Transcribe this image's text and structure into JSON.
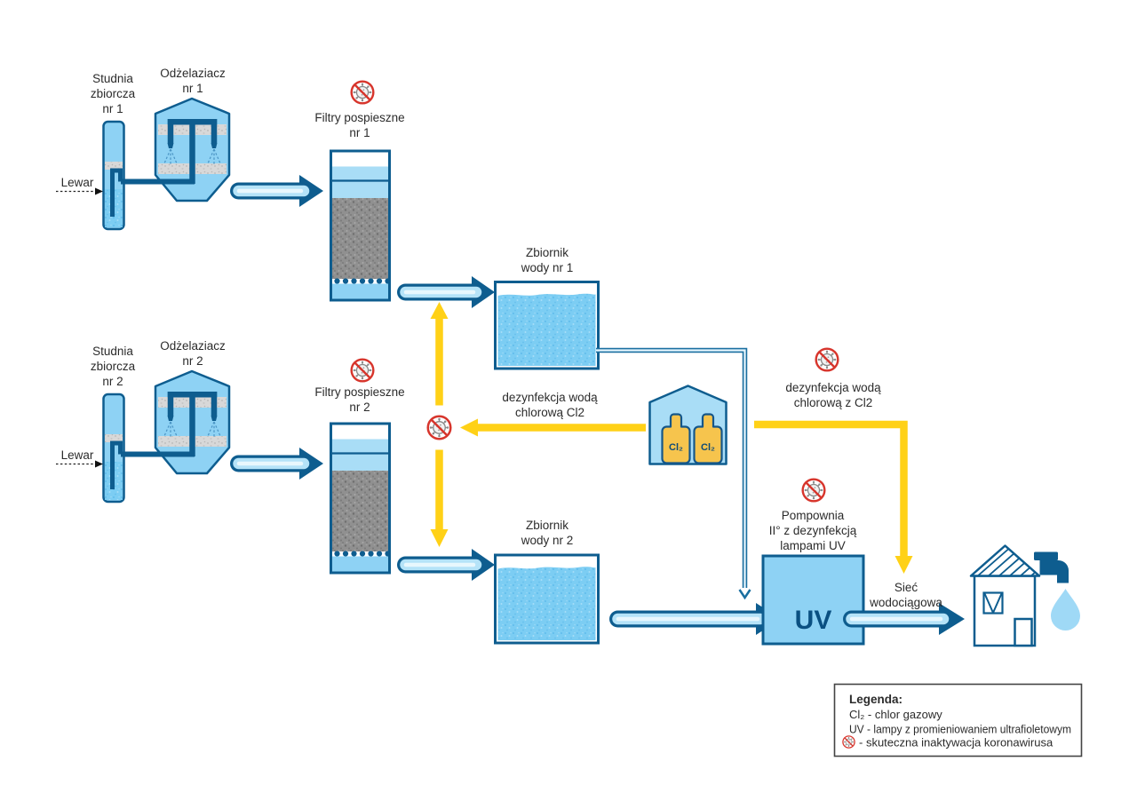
{
  "labels": {
    "well1": {
      "l1": "Studnia",
      "l2": "zbiorcza",
      "l3": "nr 1"
    },
    "well2": {
      "l1": "Studnia",
      "l2": "zbiorcza",
      "l3": "nr 2"
    },
    "iron_remover1": {
      "l1": "Odżelaziacz",
      "l2": "nr 1"
    },
    "iron_remover2": {
      "l1": "Odżelaziacz",
      "l2": "nr 2"
    },
    "lewar": "Lewar",
    "filters1": {
      "l1": "Filtry pospieszne",
      "l2": "nr 1"
    },
    "filters2": {
      "l1": "Filtry pospieszne",
      "l2": "nr 2"
    },
    "tank1": {
      "l1": "Zbiornik",
      "l2": "wody nr 1"
    },
    "tank2": {
      "l1": "Zbiornik",
      "l2": "wody nr 2"
    },
    "chlorine_left": {
      "l1": "dezynfekcja wodą",
      "l2": "chlorową Cl2"
    },
    "chlorine_right": {
      "l1": "dezynfekcja wodą",
      "l2": "chlorową z Cl2"
    },
    "pump_station": {
      "l1": "Pompownia",
      "l2": "II° z dezynfekcją",
      "l3": "lampami UV"
    },
    "uv": "UV",
    "network": {
      "l1": "Sieć",
      "l2": "wodociągowa"
    },
    "cl2_bottle": "Cl₂"
  },
  "legend": {
    "title": "Legenda:",
    "cl2": "Cl₂ - chlor gazowy",
    "uv": "UV - lampy z promieniowaniem ultrafioletowym",
    "virus": "- skuteczna inaktywacja koronawirusa"
  },
  "colors": {
    "outline_blue": "#0e5d8f",
    "fill_light_blue": "#8ed2f4",
    "fill_pale_blue": "#a9ddf6",
    "water_blue": "#7ccdf3",
    "arrow_fill": "#b5e3f8",
    "arrow_core": "#e8f7fd",
    "accent_yellow": "#ffd117",
    "chlorine_yellow": "#f6c44d",
    "virus_red": "#d7352c",
    "text_dark": "#2b2b2b",
    "background": "#ffffff"
  }
}
